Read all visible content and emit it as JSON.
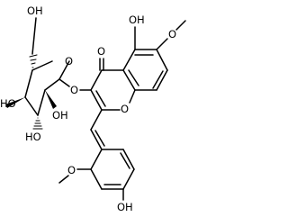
{
  "atom_labels": {
    "oh_top": "OH",
    "ome_top": "O",
    "carbonyl_o": "O",
    "ring_o": "O",
    "glyco_o": "O",
    "ch2oh": "OH",
    "sugar_ring_o": "O",
    "oh_c4": "HO",
    "oh_c3": "HO",
    "oh_c2": "OH",
    "ome_lower": "O",
    "oh_lower": "OH"
  },
  "colors": {
    "bond": "#000000",
    "background": "#ffffff"
  }
}
